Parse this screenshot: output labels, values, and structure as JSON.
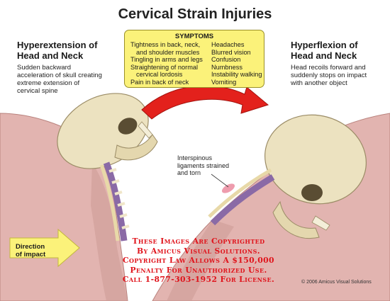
{
  "title": "Cervical Strain Injuries",
  "left_panel": {
    "heading_line1": "Hyperextension of",
    "heading_line2": "Head and Neck",
    "description": [
      "Sudden backward",
      "acceleration of skull creating",
      "extreme extension of",
      "cervical spine"
    ]
  },
  "right_panel": {
    "heading_line1": "Hyperflexion of",
    "heading_line2": "Head and Neck",
    "description": [
      "Head recoils forward and",
      "suddenly stops on impact",
      "with another object"
    ]
  },
  "symptoms": {
    "title": "SYMPTOMS",
    "left_column": [
      "Tightness in back, neck,",
      "and shoulder muscles",
      "Tingling in arms and legs",
      "Straightening of normal",
      "cervical lordosis",
      "Pain in back of neck"
    ],
    "right_column": [
      "Headaches",
      "Blurred vision",
      "Confusion",
      "Numbness",
      "Instability walking",
      "Vomiting"
    ]
  },
  "annotations": {
    "ligament_line1": "Interspinous",
    "ligament_line2": "ligaments strained",
    "ligament_line3": "and torn",
    "direction_line1": "Direction",
    "direction_line2": "of impact"
  },
  "copyright": {
    "notice": [
      "These Images Are Copyrighted",
      "By Amicus Visual Solutions.",
      "Copyright Law Allows A $150,000",
      "Penalty For Unauthorized Use.",
      "Call 1-877-303-1952 For License."
    ],
    "credit": "© 2006 Amicus Visual Solutions"
  },
  "colors": {
    "symptoms_fill": "#fbf27a",
    "arrow_red": "#e3211c",
    "impact_arrow": "#fbf27a",
    "skin": "#e2b4b0",
    "bone": "#ece2c0",
    "copyright_red": "#e0141c"
  }
}
